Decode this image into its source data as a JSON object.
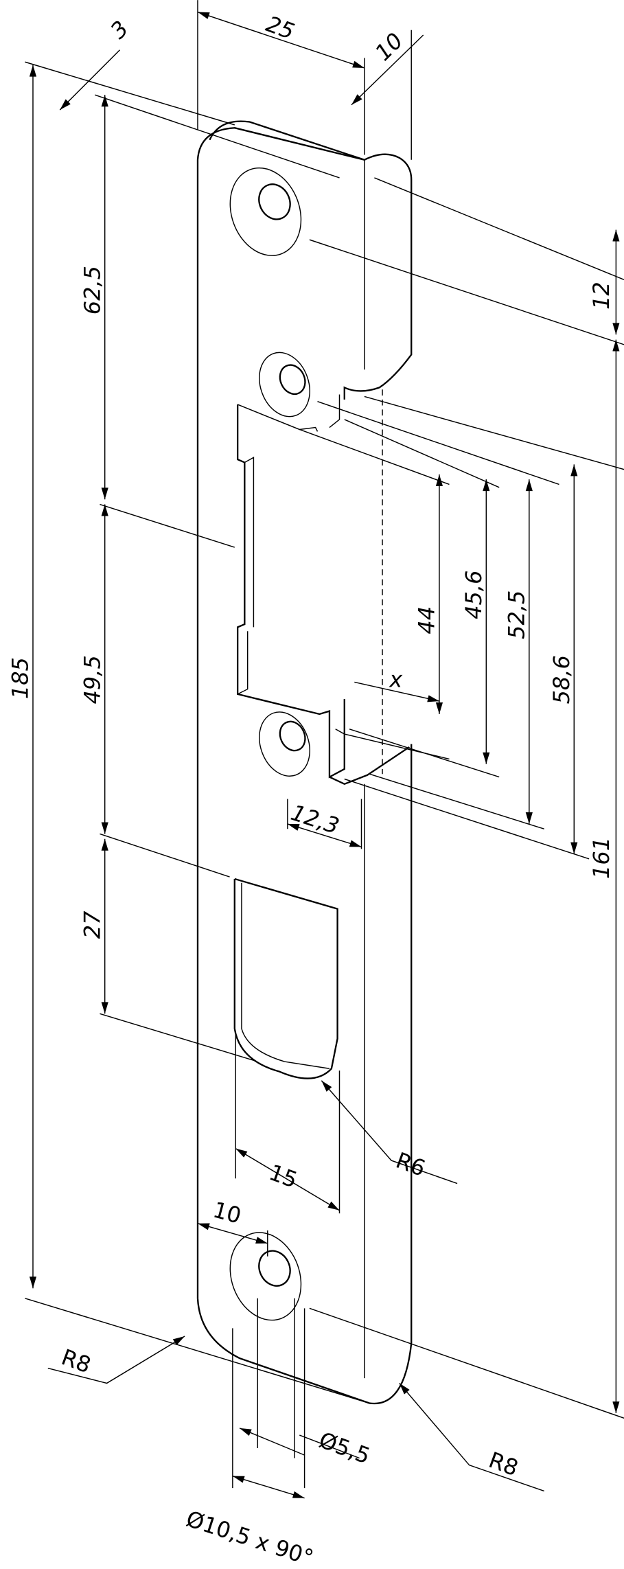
{
  "drawing": {
    "title": "Strike plate technical drawing",
    "dimensions": {
      "thickness": "3",
      "width_top": "25",
      "lip": "10",
      "upper_len": "62,5",
      "top_offset": "12",
      "total_len": "185",
      "mid_len": "49,5",
      "d44": "44",
      "d45_6": "45,6",
      "d52_5": "52,5",
      "d58_6": "58,6",
      "x": "x",
      "d161": "161",
      "d12_3": "12,3",
      "slot_len": "27",
      "r6": "R6",
      "slot_w": "15",
      "hole_off": "10",
      "r8_left": "R8",
      "hole_d": "Ø5,5",
      "r8_right": "R8",
      "csk": "Ø10,5 x 90°"
    }
  }
}
